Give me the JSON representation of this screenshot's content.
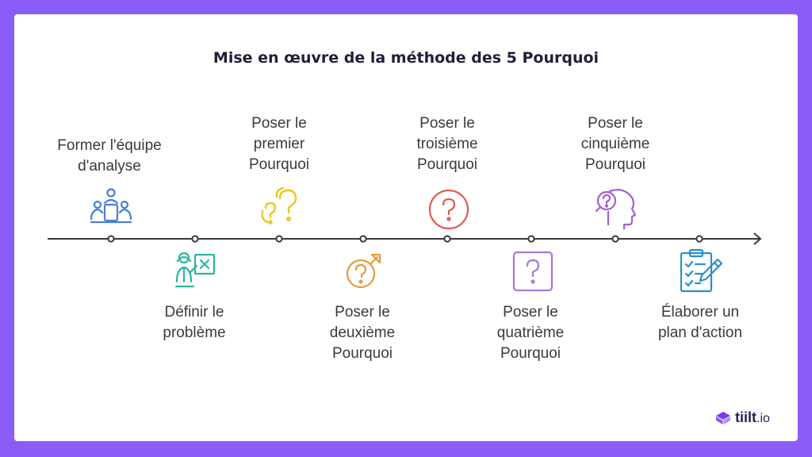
{
  "title": "Mise en œuvre de la méthode des 5 Pourquoi",
  "steps": [
    {
      "lines": [
        "Former l'équipe",
        "d'analyse"
      ],
      "icon": "team-meeting-icon",
      "color": "#4a7fd4"
    },
    {
      "lines": [
        "Définir le",
        "problème"
      ],
      "icon": "presenter-board-icon",
      "color": "#2ab6a0"
    },
    {
      "lines": [
        "Poser le",
        "premier",
        "Pourquoi"
      ],
      "icon": "double-question-icon",
      "color": "#e6c91f"
    },
    {
      "lines": [
        "Poser le",
        "deuxième",
        "Pourquoi"
      ],
      "icon": "question-circle-arrow-icon",
      "color": "#e89a3c"
    },
    {
      "lines": [
        "Poser le",
        "troisième",
        "Pourquoi"
      ],
      "icon": "question-circle-icon",
      "color": "#e05a55"
    },
    {
      "lines": [
        "Poser le",
        "quatrième",
        "Pourquoi"
      ],
      "icon": "question-square-icon",
      "color": "#a67ad6"
    },
    {
      "lines": [
        "Poser le",
        "cinquième",
        "Pourquoi"
      ],
      "icon": "head-question-icon",
      "color": "#a35fd0"
    },
    {
      "lines": [
        "Élaborer un",
        "plan d'action"
      ],
      "icon": "checklist-pencil-icon",
      "color": "#2a8fc9"
    }
  ],
  "logo": {
    "brand": "tiilt",
    "tld": ".io"
  }
}
